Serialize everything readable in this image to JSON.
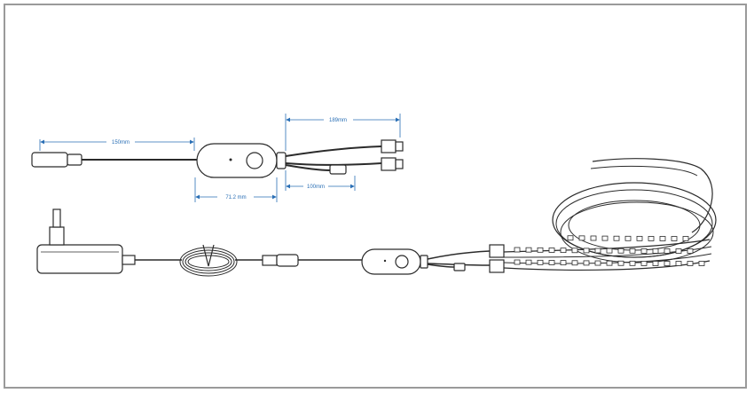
{
  "dimensions": {
    "cable_length": "150mm",
    "controller_length": "71.2 mm",
    "output_split_length": "189mm",
    "output_branch_length": "100mm"
  },
  "colors": {
    "frame": "#9a9a9a",
    "dimension": "#2a6fb5",
    "ink": "#2b2b2b"
  }
}
